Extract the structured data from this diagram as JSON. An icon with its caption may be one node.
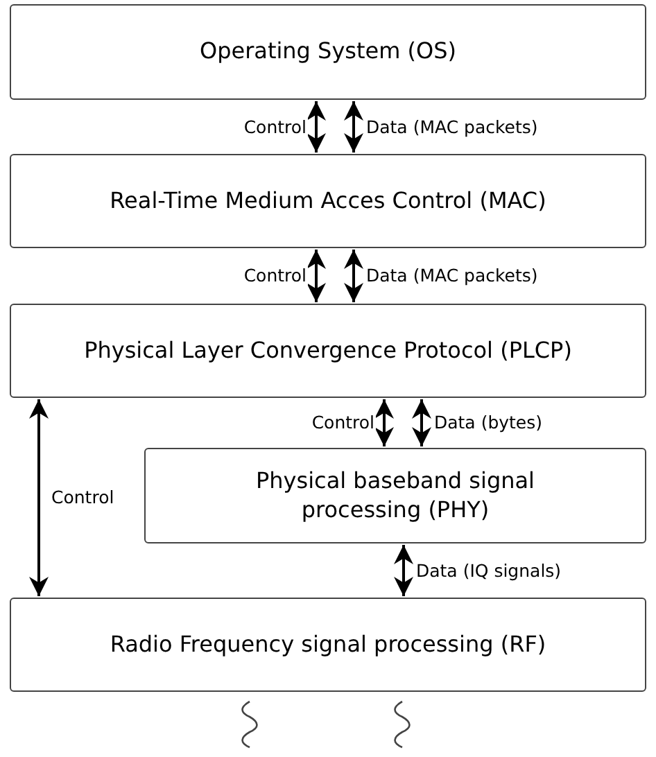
{
  "diagram": {
    "nodes": [
      {
        "text": [
          "Operating System (OS)"
        ]
      },
      {
        "text": [
          "Real-Time Medium Acces Control (MAC)"
        ]
      },
      {
        "text": [
          "Physical Layer Convergence Protocol (PLCP)"
        ]
      },
      {
        "text": [
          "Physical baseband signal processing (PHY)"
        ]
      },
      {
        "text": [
          "Radio Frequency signal processing (RF)"
        ]
      }
    ],
    "edges": [
      {
        "from": 0,
        "to": 1,
        "arrow": "both",
        "label": "Control"
      },
      {
        "from": 0,
        "to": 1,
        "arrow": "both",
        "label": "Data (MAC packets)"
      },
      {
        "from": 1,
        "to": 2,
        "arrow": "both",
        "label": "Control"
      },
      {
        "from": 1,
        "to": 2,
        "arrow": "both",
        "label": "Data (MAC packets)"
      },
      {
        "from": 2,
        "to": 3,
        "arrow": "both",
        "label": "Control"
      },
      {
        "from": 2,
        "to": 3,
        "arrow": "both",
        "label": "Data (bytes)"
      },
      {
        "from": 3,
        "to": 4,
        "arrow": "both",
        "label": "Data (IQ signals)"
      },
      {
        "from": 2,
        "to": 4,
        "arrow": "both",
        "label": "Control"
      }
    ]
  }
}
